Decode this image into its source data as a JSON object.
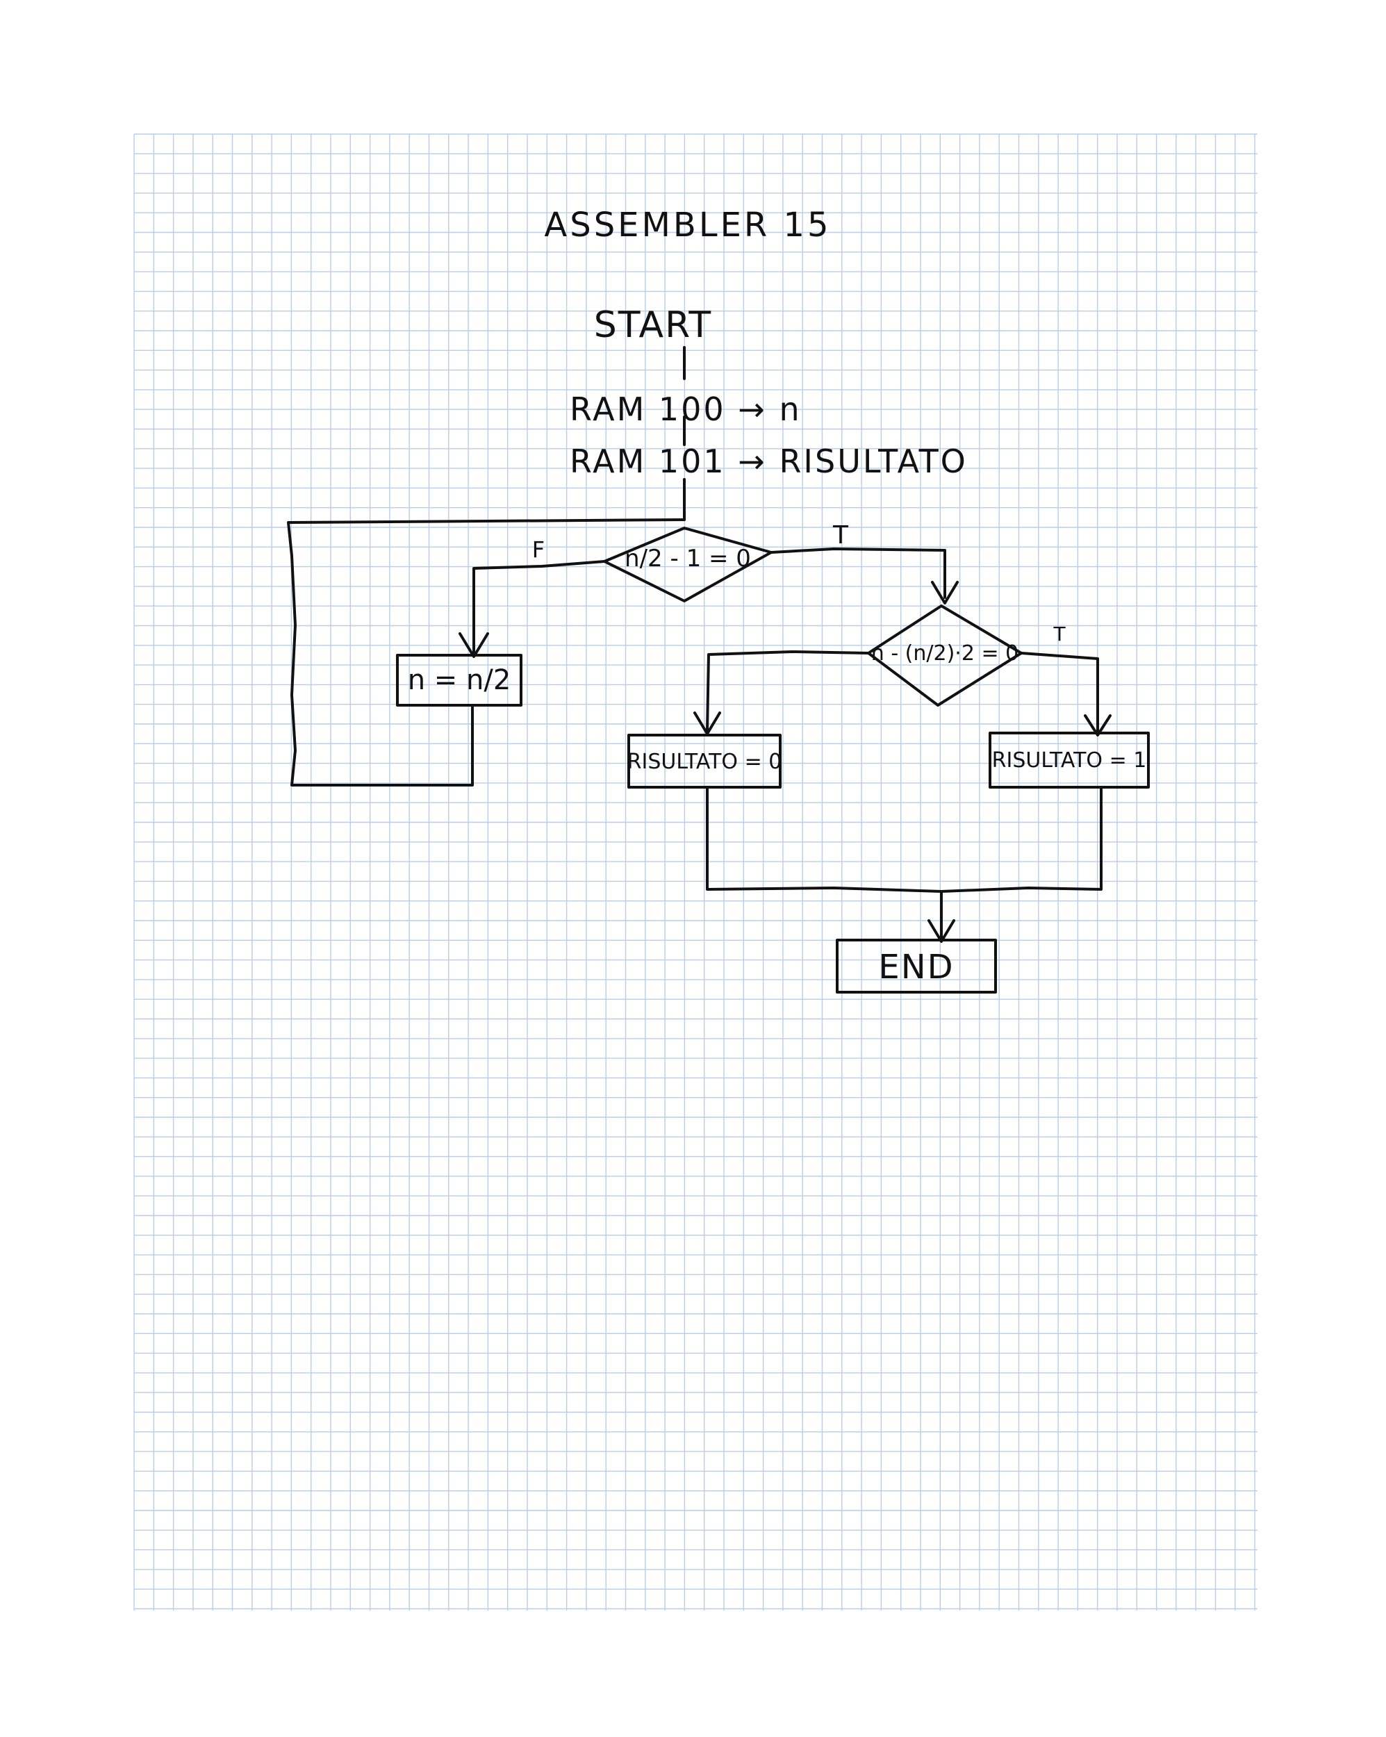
{
  "diagram": {
    "title": "ASSEMBLER 15",
    "start_label": "START",
    "init_lines": [
      "RAM 100 → n",
      "RAM 101 → RISULTATO"
    ],
    "decision_1": "n/2 - 1 = 0",
    "decision_1_false_label": "F",
    "decision_1_true_label": "T",
    "process_divide": "n = n/2",
    "decision_2": "n - (n/2)·2 = 0",
    "decision_2_true_label": "T",
    "result_zero": "RISULTATO = 0",
    "result_one": "RISULTATO = 1",
    "end_label": "END"
  },
  "colors": {
    "paper": "#ffffff",
    "grid": "#b9cde6",
    "ink": "#111111"
  }
}
